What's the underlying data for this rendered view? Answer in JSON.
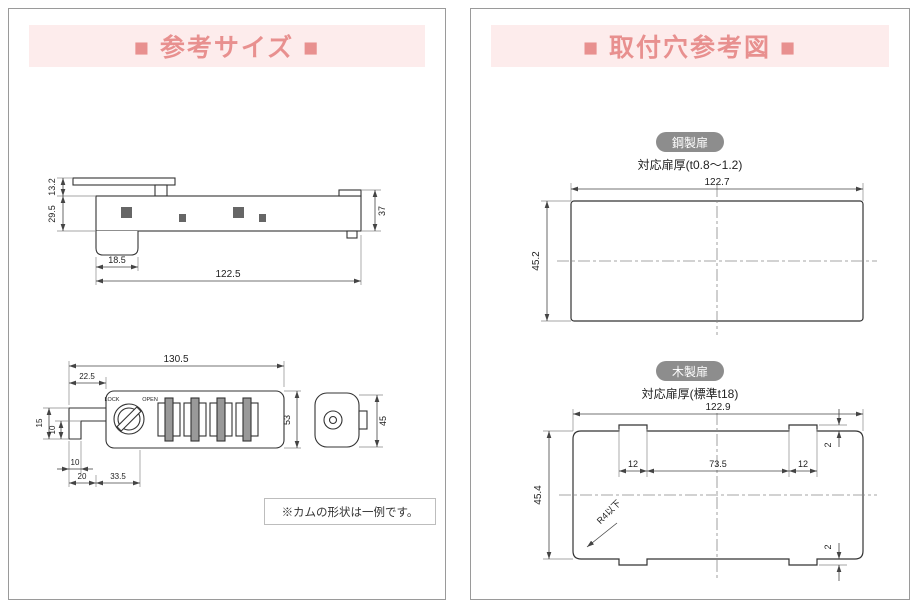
{
  "colors": {
    "accent": "#e8908f",
    "banner_bg": "#fdecec",
    "badge_bg": "#8d8d8d",
    "line": "#333333"
  },
  "left_panel": {
    "title": "■ 参考サイズ ■",
    "note": "※カムの形状は一例です。",
    "side_view": {
      "h_plate": "13.2",
      "h_body": "29.5",
      "h_total": "37",
      "w_latch": "18.5",
      "w_body": "122.5"
    },
    "front_view": {
      "w_total": "130.5",
      "w_hook_offset": "22.5",
      "h_body": "53",
      "h_cam": "45",
      "h_hook": "15",
      "h_hook_inner": "10",
      "w_tooth": "10",
      "w_step": "20",
      "w_offset": "33.5",
      "lock_label": "LOCK",
      "open_label": "OPEN"
    }
  },
  "right_panel": {
    "title": "■ 取付穴参考図 ■",
    "steel_door": {
      "badge": "鋼製扉",
      "subtitle": "対応扉厚(t0.8～1.2)",
      "hole_width": "122.7",
      "hole_height": "45.2"
    },
    "wooden_door": {
      "badge": "木製扉",
      "subtitle": "対応扉厚(標準t18)",
      "hole_width": "122.9",
      "hole_height": "45.4",
      "notch_left": "12",
      "center_span": "73.5",
      "notch_right": "12",
      "notch_depth_top": "2",
      "notch_depth_bottom": "2",
      "corner_radius": "R4以下"
    }
  }
}
